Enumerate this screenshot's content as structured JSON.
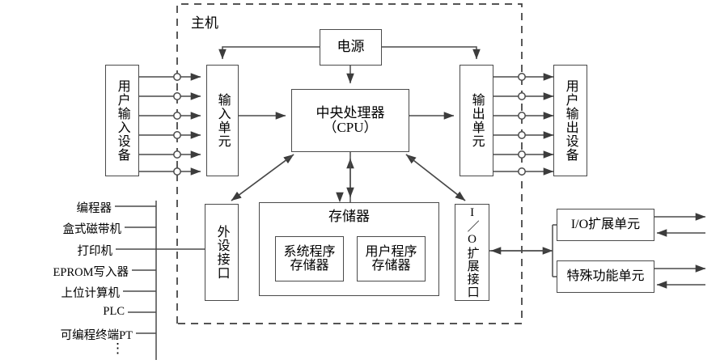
{
  "diagram": {
    "title_in_frame": "主机",
    "boundary": {
      "style": "dashed",
      "color": "#3c3c3c"
    },
    "blocks": {
      "user_input_device": "用户输入设备",
      "input_unit": "输入单元",
      "power_supply": "电源",
      "cpu": "中央处理器\n（CPU）",
      "cpu_line1": "中央处理器",
      "cpu_line2": "（CPU）",
      "output_unit": "输出单元",
      "user_output_device": "用户输出设备",
      "peripheral_interface": "外设接口",
      "memory": "存储器",
      "system_program_memory_line1": "系统程序",
      "system_program_memory_line2": "存储器",
      "user_program_memory_line1": "用户程序",
      "user_program_memory_line2": "存储器",
      "io_expansion_interface": "I／O扩展接口",
      "io_expansion_unit": "I/O扩展单元",
      "special_function_unit": "特殊功能单元"
    },
    "peripheral_list": [
      "编程器",
      "盒式磁带机",
      "打印机",
      "EPROM写入器",
      "上位计算机",
      "PLC",
      "可编程终端PT",
      "⋮"
    ],
    "io_channel_count": 6,
    "colors": {
      "stroke": "#4a4a4a",
      "text": "#000000",
      "background": "#ffffff"
    }
  }
}
